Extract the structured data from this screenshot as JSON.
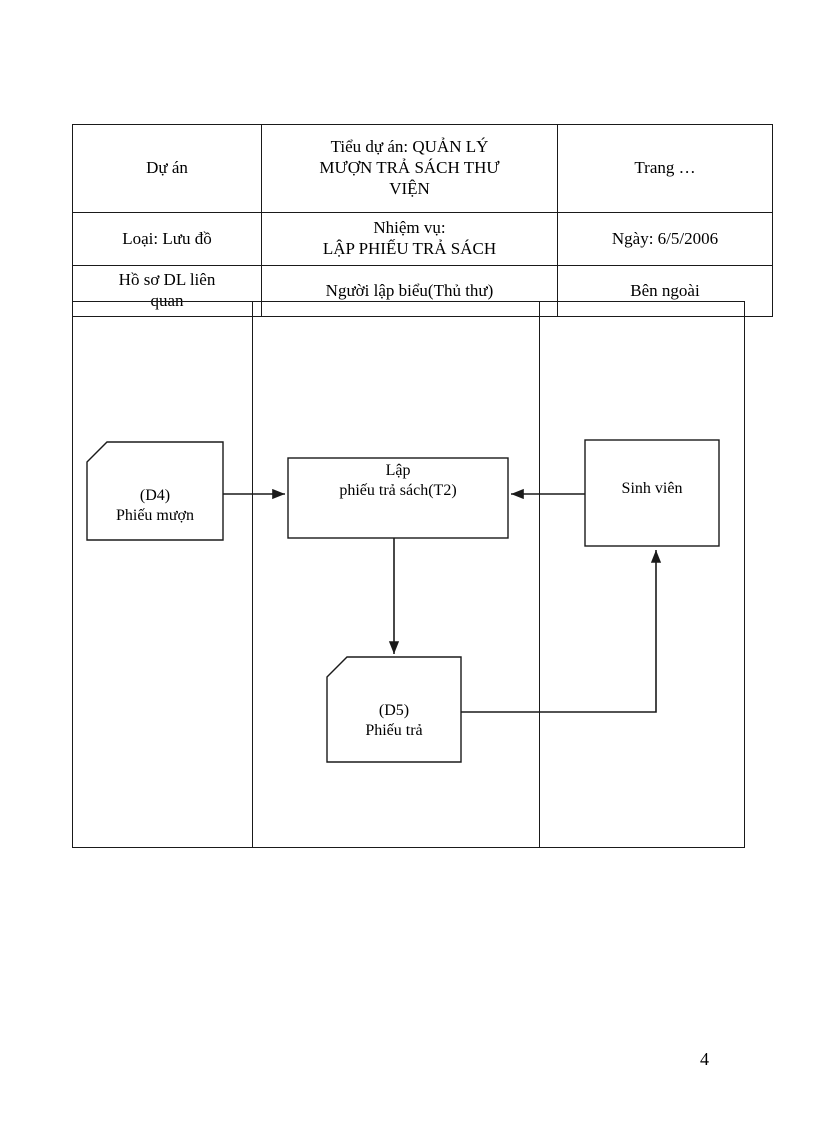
{
  "document": {
    "page_number": "4"
  },
  "header_table": {
    "rows": [
      {
        "project_label": "Dự án",
        "subproject": [
          "Tiểu dự án: QUẢN LÝ",
          "MƯỢN TRẢ SÁCH THƯ",
          "VIỆN"
        ],
        "page_label": "Trang …"
      },
      {
        "type_label": "Loại: Lưu đồ",
        "task": [
          "Nhiệm vụ:",
          "LẬP PHIẾU TRẢ SÁCH"
        ],
        "date_label": "Ngày: 6/5/2006"
      },
      {
        "data_label": [
          "Hồ sơ DL liên",
          "quan"
        ],
        "author_label": "Người lập biểu(Thủ thư)",
        "external_label": "Bên ngoài"
      }
    ]
  },
  "flowchart": {
    "nodes": {
      "d4": {
        "lines": [
          "(D4)",
          "Phiếu mượn"
        ],
        "shape": "document-store"
      },
      "process": {
        "lines": [
          "Lập",
          "phiếu trả sách(T2)"
        ],
        "shape": "rectangle"
      },
      "sinhvien": {
        "lines": [
          "Sinh viên"
        ],
        "shape": "rectangle"
      },
      "d5": {
        "lines": [
          "(D5)",
          "Phiếu trả"
        ],
        "shape": "document-store"
      }
    },
    "colors": {
      "stroke": "#1a1a1a",
      "background": "#ffffff"
    }
  }
}
